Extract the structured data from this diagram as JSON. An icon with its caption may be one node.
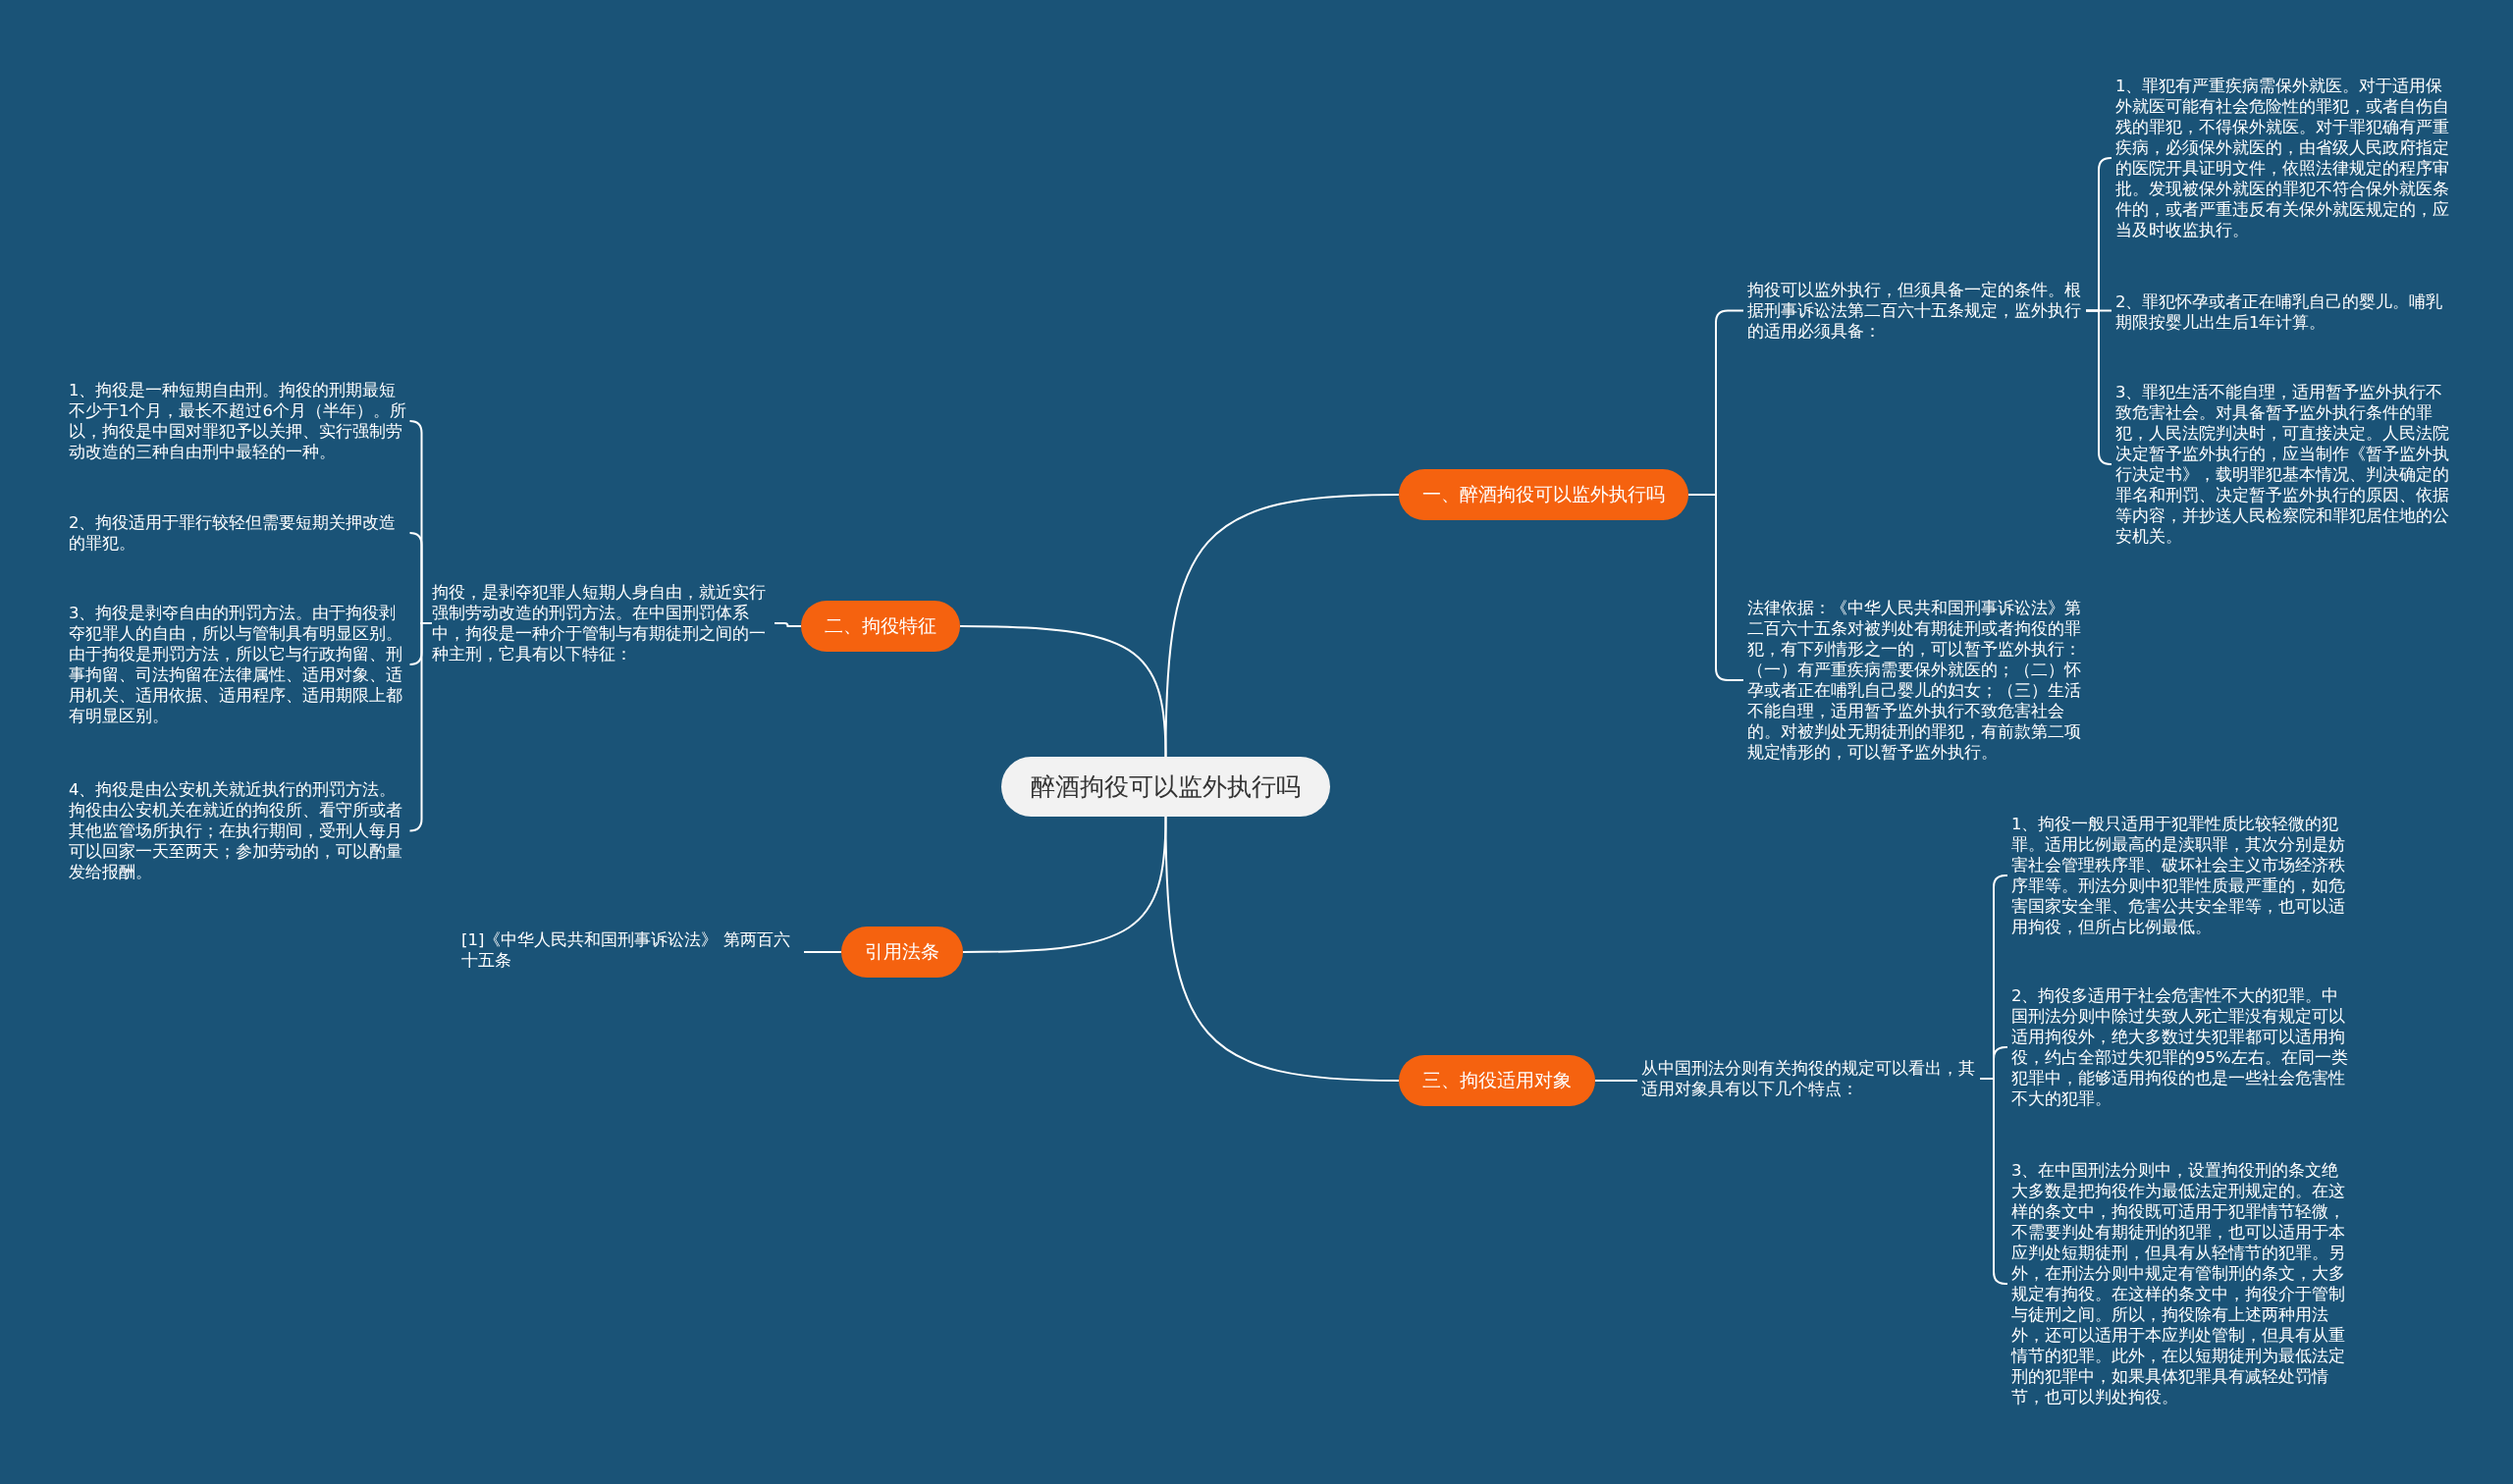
{
  "diagram": {
    "nodes": [
      {
        "text": [
          "醉酒拘役可以监外执行吗"
        ]
      },
      {
        "text": [
          "一、醉酒拘役可以监外执行吗"
        ]
      },
      {
        "text": [
          "拘役可以监外执行，但须具备一定的条件。根据刑事诉讼法第二百六十五条规定，监外执行的适用必须具备："
        ]
      },
      {
        "text": [
          "1、罪犯有严重疾病需保外就医。对于适用保外就医可能有社会危险性的罪犯，或者自伤自残的罪犯，不得保外就医。对于罪犯确有严重疾病，必须保外就医的，由省级人民政府指定的医院开具证明文件，依照法律规定的程序审批。发现被保外就医的罪犯不符合保外就医条件的，或者严重违反有关保外就医规定的，应当及时收监执行。"
        ]
      },
      {
        "text": [
          "2、罪犯怀孕或者正在哺乳自己的婴儿。哺乳期限按婴儿出生后1年计算。"
        ]
      },
      {
        "text": [
          "3、罪犯生活不能自理，适用暂予监外执行不致危害社会。对具备暂予监外执行条件的罪犯，人民法院判决时，可直接决定。人民法院决定暂予监外执行的，应当制作《暂予监外执行决定书》，载明罪犯基本情况、判决确定的罪名和刑罚、决定暂予监外执行的原因、依据等内容，并抄送人民检察院和罪犯居住地的公安机关。"
        ]
      },
      {
        "text": [
          "法律依据：《中华人民共和国刑事诉讼法》第二百六十五条对被判处有期徒刑或者拘役的罪犯，有下列情形之一的，可以暂予监外执行：（一）有严重疾病需要保外就医的；（二）怀孕或者正在哺乳自己婴儿的妇女；（三）生活不能自理，适用暂予监外执行不致危害社会的。对被判处无期徒刑的罪犯，有前款第二项规定情形的，可以暂予监外执行。"
        ]
      },
      {
        "text": [
          "二、拘役特征"
        ]
      },
      {
        "text": [
          "拘役，是剥夺犯罪人短期人身自由，就近实行强制劳动改造的刑罚方法。在中国刑罚体系中，拘役是一种介于管制与有期徒刑之间的一种主刑，它具有以下特征："
        ]
      },
      {
        "text": [
          "1、拘役是一种短期自由刑。拘役的刑期最短不少于1个月，最长不超过6个月（半年）。所以，拘役是中国对罪犯予以关押、实行强制劳动改造的三种自由刑中最轻的一种。"
        ]
      },
      {
        "text": [
          "2、拘役适用于罪行较轻但需要短期关押改造的罪犯。"
        ]
      },
      {
        "text": [
          "3、拘役是剥夺自由的刑罚方法。由于拘役剥夺犯罪人的自由，所以与管制具有明显区别。由于拘役是刑罚方法，所以它与行政拘留、刑事拘留、司法拘留在法律属性、适用对象、适用机关、适用依据、适用程序、适用期限上都有明显区别。"
        ]
      },
      {
        "text": [
          "4、拘役是由公安机关就近执行的刑罚方法。拘役由公安机关在就近的拘役所、看守所或者其他监管场所执行；在执行期间，受刑人每月可以回家一天至两天；参加劳动的，可以酌量发给报酬。"
        ]
      },
      {
        "text": [
          "引用法条"
        ]
      },
      {
        "text": [
          "[1]《中华人民共和国刑事诉讼法》 第两百六十五条"
        ]
      },
      {
        "text": [
          "三、拘役适用对象"
        ]
      },
      {
        "text": [
          "从中国刑法分则有关拘役的规定可以看出，其适用对象具有以下几个特点："
        ]
      },
      {
        "text": [
          "1、拘役一般只适用于犯罪性质比较轻微的犯罪。适用比例最高的是渎职罪，其次分别是妨害社会管理秩序罪、破坏社会主义市场经济秩序罪等。刑法分则中犯罪性质最严重的，如危害国家安全罪、危害公共安全罪等，也可以适用拘役，但所占比例最低。"
        ]
      },
      {
        "text": [
          "2、拘役多适用于社会危害性不大的犯罪。中国刑法分则中除过失致人死亡罪没有规定可以适用拘役外，绝大多数过失犯罪都可以适用拘役，约占全部过失犯罪的95%左右。在同一类犯罪中，能够适用拘役的也是一些社会危害性不大的犯罪。"
        ]
      },
      {
        "text": [
          "3、在中国刑法分则中，设置拘役刑的条文绝大多数是把拘役作为最低法定刑规定的。在这样的条文中，拘役既可适用于犯罪情节轻微，不需要判处有期徒刑的犯罪，也可以适用于本应判处短期徒刑，但具有从轻情节的犯罪。另外，在刑法分则中规定有管制刑的条文，大多规定有拘役。在这样的条文中，拘役介于管制与徒刑之间。所以，拘役除有上述两种用法外，还可以适用于本应判处管制，但具有从重情节的犯罪。此外，在以短期徒刑为最低法定刑的犯罪中，如果具体犯罪具有减轻处罚情节，也可以判处拘役。"
        ]
      }
    ],
    "edges": [
      {
        "from": 0,
        "to": 1,
        "arrow": "none"
      },
      {
        "from": 1,
        "to": 2,
        "arrow": "none"
      },
      {
        "from": 2,
        "to": 3,
        "arrow": "none"
      },
      {
        "from": 2,
        "to": 4,
        "arrow": "none"
      },
      {
        "from": 2,
        "to": 5,
        "arrow": "none"
      },
      {
        "from": 1,
        "to": 6,
        "arrow": "none"
      },
      {
        "from": 0,
        "to": 7,
        "arrow": "none"
      },
      {
        "from": 7,
        "to": 8,
        "arrow": "none"
      },
      {
        "from": 8,
        "to": 9,
        "arrow": "none"
      },
      {
        "from": 8,
        "to": 10,
        "arrow": "none"
      },
      {
        "from": 8,
        "to": 11,
        "arrow": "none"
      },
      {
        "from": 8,
        "to": 12,
        "arrow": "none"
      },
      {
        "from": 0,
        "to": 13,
        "arrow": "none"
      },
      {
        "from": 13,
        "to": 14,
        "arrow": "none"
      },
      {
        "from": 0,
        "to": 15,
        "arrow": "none"
      },
      {
        "from": 15,
        "to": 16,
        "arrow": "none"
      },
      {
        "from": 16,
        "to": 17,
        "arrow": "none"
      },
      {
        "from": 16,
        "to": 18,
        "arrow": "none"
      },
      {
        "from": 16,
        "to": 19,
        "arrow": "none"
      }
    ]
  }
}
